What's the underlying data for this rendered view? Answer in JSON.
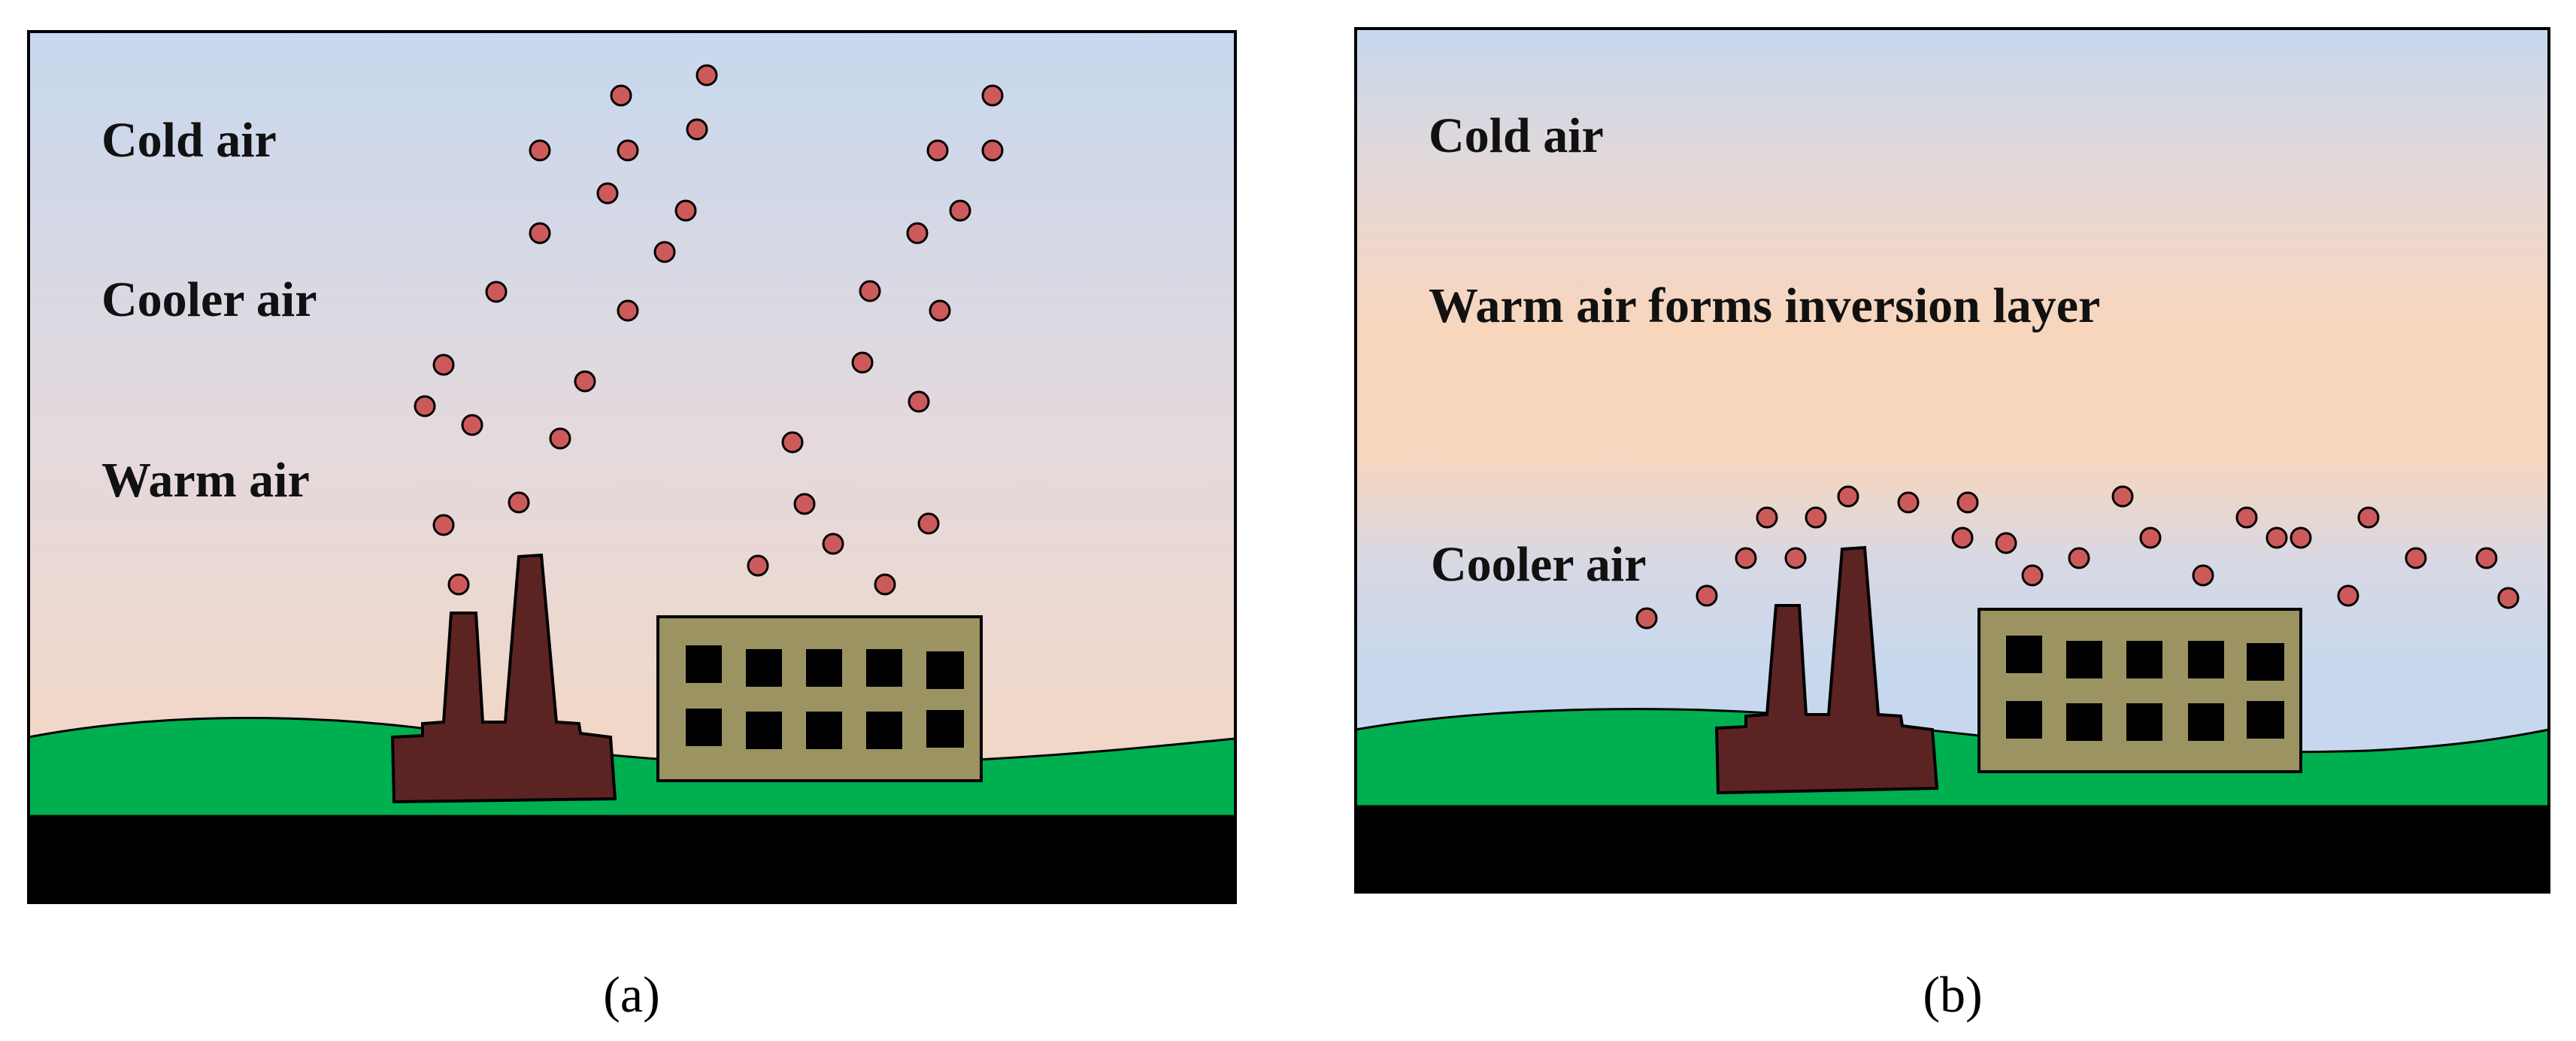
{
  "panels": [
    {
      "id": "a",
      "caption": "(a)",
      "labels": {
        "top": "Cold air",
        "middle": "Cooler air",
        "lower": "Warm air"
      }
    },
    {
      "id": "b",
      "caption": "(b)",
      "labels": {
        "top": "Cold air",
        "inversion": "Warm air forms inversion layer",
        "lower": "Cooler air"
      }
    }
  ],
  "colors": {
    "sky_cool": "#c7d8ee",
    "sky_warm": "#f8d6bc",
    "ground": "#00b050",
    "base": "#000000",
    "chimney": "#5c2323",
    "building": "#9c9363",
    "window": "#000000",
    "particle": "#cd5a5a"
  }
}
